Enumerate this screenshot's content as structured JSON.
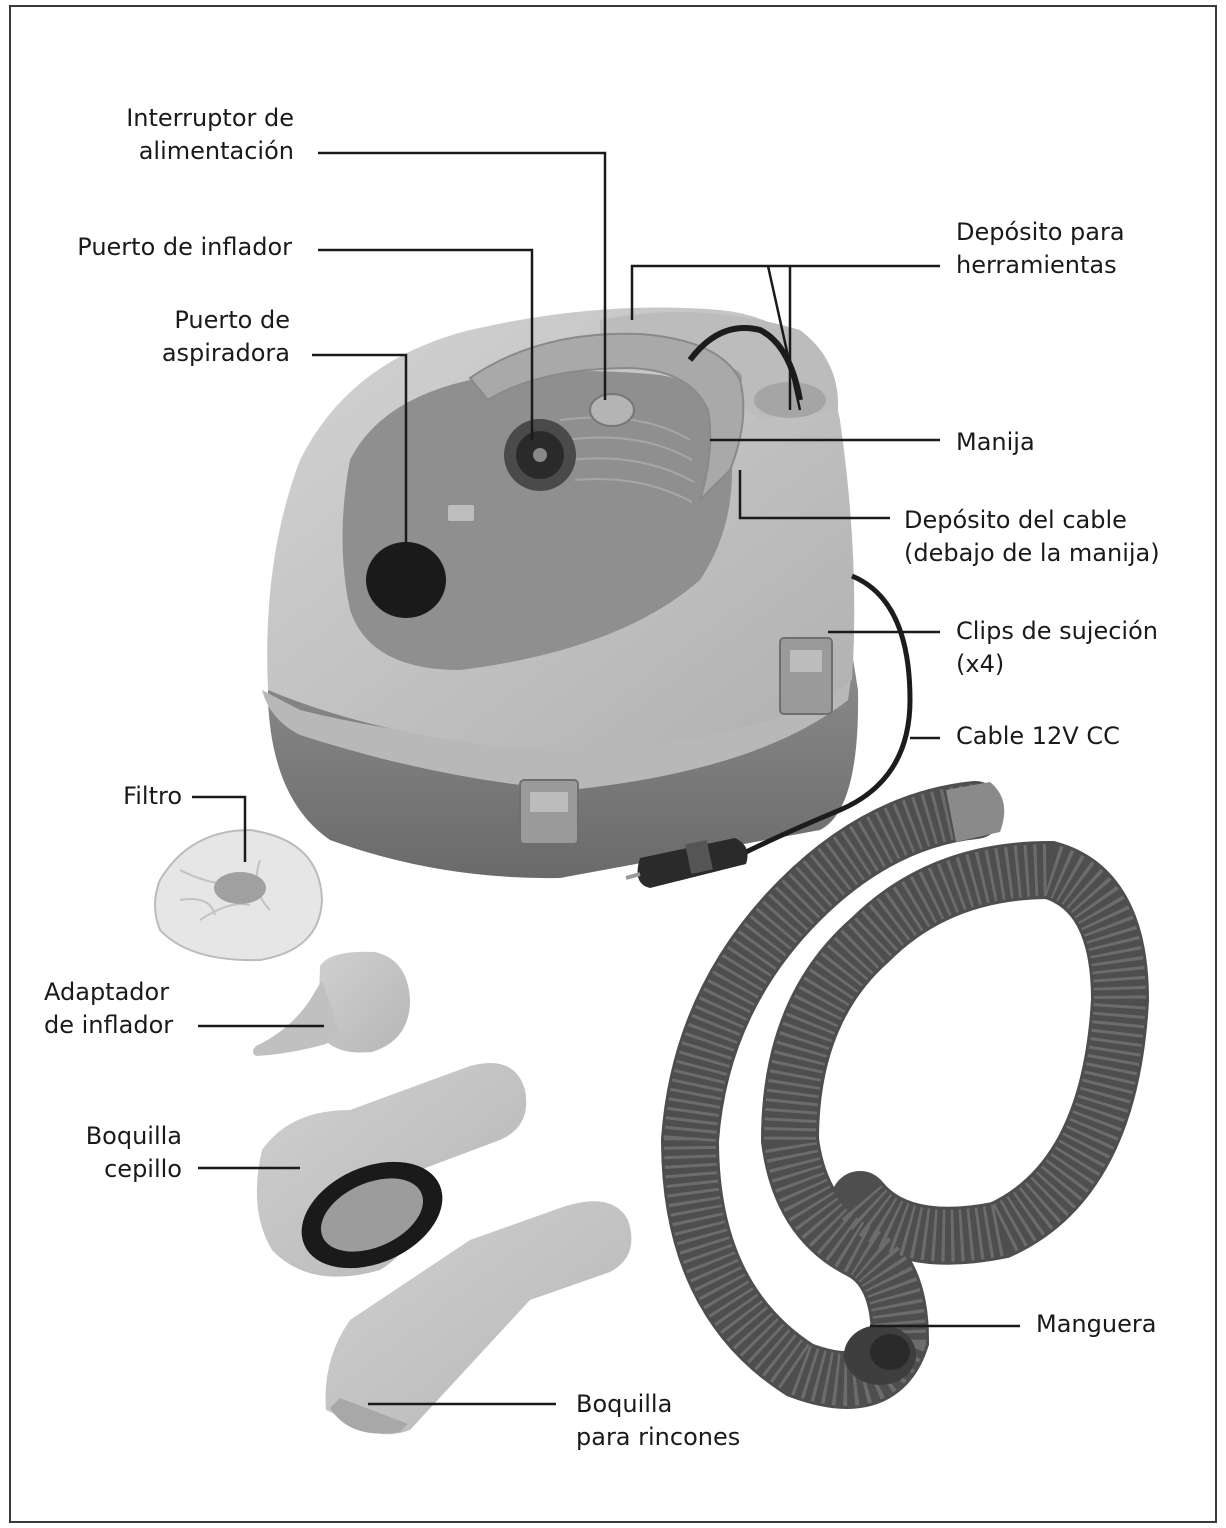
{
  "colors": {
    "border": "#3a3a3a",
    "leader": "#1a1a1a",
    "body_light": "#c8c8c8",
    "body_mid": "#a9a9a9",
    "panel_dark": "#8c8c8c",
    "base_dark": "#777777",
    "hose": "#5a5a5a",
    "black": "#161616"
  },
  "labels": {
    "interruptor": {
      "line1": "Interruptor de",
      "line2": "alimentación"
    },
    "puerto_inflador": {
      "line1": "Puerto de inflador"
    },
    "puerto_aspiradora": {
      "line1": "Puerto de",
      "line2": "aspiradora"
    },
    "deposito_herramientas": {
      "line1": "Depósito para",
      "line2": "herramientas"
    },
    "manija": {
      "line1": "Manija"
    },
    "deposito_cable": {
      "line1": "Depósito del cable",
      "line2": "(debajo de la manija)"
    },
    "clips": {
      "line1": "Clips de sujeción",
      "line2": "(x4)"
    },
    "cable": {
      "line1": "Cable 12V CC"
    },
    "filtro": {
      "line1": "Filtro"
    },
    "adaptador": {
      "line1": "Adaptador",
      "line2": "de inflador"
    },
    "boquilla_cepillo": {
      "line1": "Boquilla",
      "line2": "cepillo"
    },
    "manguera": {
      "line1": "Manguera"
    },
    "boquilla_rincones": {
      "line1": "Boquilla",
      "line2": "para rincones"
    }
  },
  "icons": [
    "vacuum-unit-illustration",
    "filter-illustration",
    "inflator-adapter-illustration",
    "brush-nozzle-illustration",
    "crevice-nozzle-illustration",
    "hose-illustration",
    "dc-plug-illustration"
  ]
}
